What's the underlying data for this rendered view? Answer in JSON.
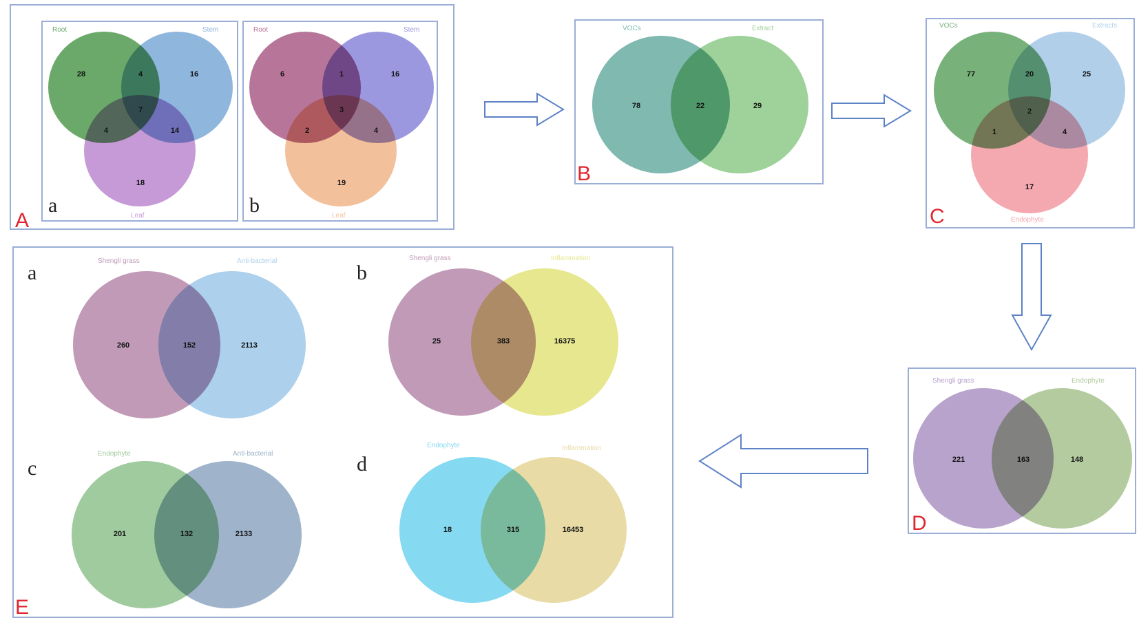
{
  "colors": {
    "frame": "#9aaed6",
    "panel_letter": "#e0262f"
  },
  "panelA": {
    "letter": "A",
    "a": {
      "letter": "a",
      "labels": {
        "set1": "Root",
        "set2": "Stem",
        "set3": "Leaf"
      },
      "numbers": {
        "only1": "28",
        "one_two": "4",
        "only2": "16",
        "all": "7",
        "one_three": "4",
        "two_three": "14",
        "only3": "18"
      },
      "colors": {
        "set1": "#6aa96a",
        "set2": "#8fb6dc",
        "set3": "#c69ad6"
      }
    },
    "b": {
      "letter": "b",
      "labels": {
        "set1": "Root",
        "set2": "Stem",
        "set3": "Leaf"
      },
      "numbers": {
        "only1": "6",
        "one_two": "1",
        "only2": "16",
        "all": "3",
        "one_three": "2",
        "two_three": "4",
        "only3": "19"
      },
      "colors": {
        "set1": "#b77699",
        "set2": "#9c98e0",
        "set3": "#f3c09c"
      }
    }
  },
  "panelB": {
    "letter": "B",
    "labels": {
      "left": "VOCs",
      "right": "Extract"
    },
    "numbers": {
      "left": "78",
      "overlap": "22",
      "right": "29"
    },
    "colors": {
      "left": "#7fb9b0",
      "right": "#9fd29a"
    }
  },
  "panelC": {
    "letter": "C",
    "labels": {
      "set1": "VOCs",
      "set2": "Extracts",
      "set3": "Endophyte"
    },
    "numbers": {
      "only1": "77",
      "one_two": "20",
      "only2": "25",
      "all": "2",
      "one_three": "1",
      "two_three": "4",
      "only3": "17"
    },
    "colors": {
      "set1": "#78b27a",
      "set2": "#b2cfea",
      "set3": "#f4a9b0"
    }
  },
  "panelD": {
    "letter": "D",
    "labels": {
      "left": "Shengli grass",
      "right": "Endophyte"
    },
    "numbers": {
      "left": "221",
      "overlap": "163",
      "right": "148"
    },
    "colors": {
      "left": "#b8a3cd",
      "right": "#b3cb9f"
    }
  },
  "panelE": {
    "letter": "E",
    "a": {
      "letter": "a",
      "labels": {
        "left": "Shengli grass",
        "right": "Anti-bacterial"
      },
      "numbers": {
        "left": "260",
        "overlap": "152",
        "right": "2113"
      },
      "colors": {
        "left": "#c09ab7",
        "right": "#add0ec"
      }
    },
    "b": {
      "letter": "b",
      "labels": {
        "left": "Shengli grass",
        "right": "Inflammation"
      },
      "numbers": {
        "left": "25",
        "overlap": "383",
        "right": "16375"
      },
      "colors": {
        "left": "#c09ab7",
        "right": "#e6e78e"
      }
    },
    "c": {
      "letter": "c",
      "labels": {
        "left": "Endophyte",
        "right": "Anti-bacterial"
      },
      "numbers": {
        "left": "201",
        "overlap": "132",
        "right": "2133"
      },
      "colors": {
        "left": "#9fcb9e",
        "right": "#9fb4cb"
      }
    },
    "d": {
      "letter": "d",
      "labels": {
        "left": "Endophyte",
        "right": "Inflammation"
      },
      "numbers": {
        "left": "18",
        "overlap": "315",
        "right": "16453"
      },
      "colors": {
        "left": "#85d9f1",
        "right": "#e8dba6"
      }
    }
  }
}
